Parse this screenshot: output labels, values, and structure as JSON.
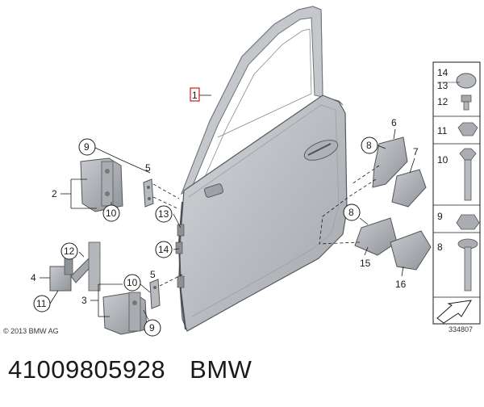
{
  "diagram": {
    "callouts": {
      "door": "1",
      "hinge_upper": "2",
      "hinge_lower": "3",
      "door_check": "4",
      "bracket_upper": "5",
      "pad_upper": "6",
      "pad_upper_small": "7",
      "buffer_upper": "8",
      "buffer_lower": "8",
      "bolt_upper": "9",
      "bolt_lower": "9",
      "nut_upper": "10",
      "nut_lower": "10",
      "bolt_check": "11",
      "nut_check": "12",
      "screw_13": "13",
      "screw_14": "14",
      "pad_lower": "15",
      "pad_lower_small": "16"
    },
    "parts_list": [
      {
        "num": "14"
      },
      {
        "num": "13"
      },
      {
        "num": "12"
      },
      {
        "num": "11"
      },
      {
        "num": "10"
      },
      {
        "num": "9"
      },
      {
        "num": "8"
      }
    ],
    "copyright": "© 2013 BMW AG",
    "diagram_id": "334807"
  },
  "footer": {
    "part_number": "41009805928",
    "brand": "BMW"
  }
}
